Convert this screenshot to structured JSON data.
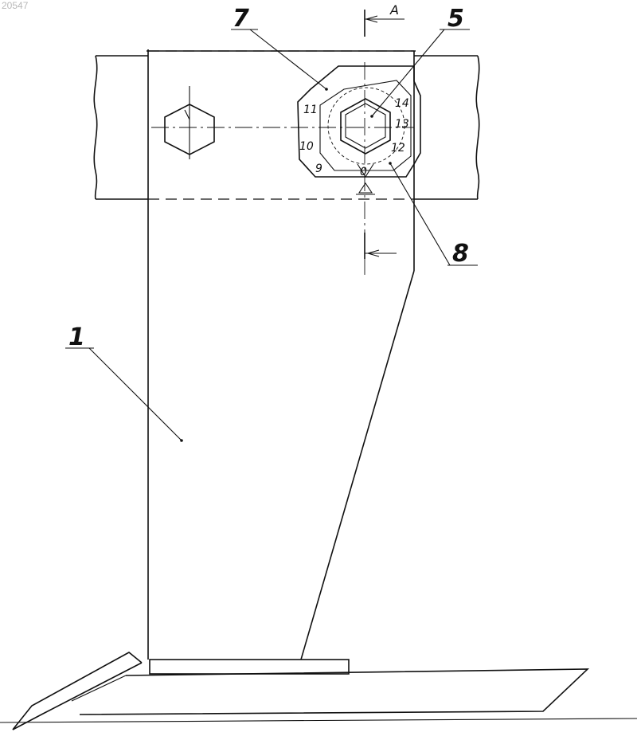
{
  "drawing": {
    "id": "20547",
    "section_label": "A",
    "callouts": {
      "part1": "1",
      "part5": "5",
      "part7": "7",
      "part8": "8"
    },
    "dial_marks": {
      "m0": "0",
      "m9": "9",
      "m10": "10",
      "m11": "11",
      "m12": "12",
      "m13": "13",
      "m14": "14"
    }
  }
}
